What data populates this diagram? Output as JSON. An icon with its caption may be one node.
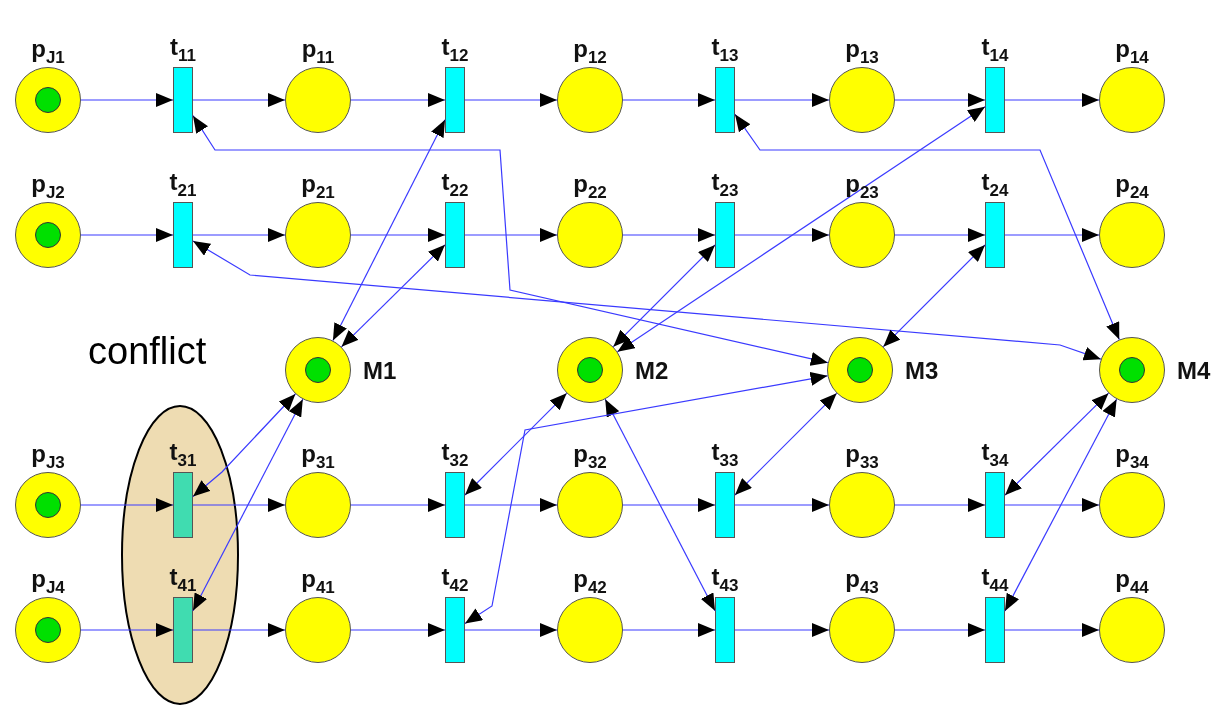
{
  "diagram": {
    "nodes": [
      {
        "text": [
          "p$_{J1}$"
        ]
      },
      {
        "text": [
          "t$_{11}$"
        ]
      },
      {
        "text": [
          "p$_{11}$"
        ]
      },
      {
        "text": [
          "t$_{12}$"
        ]
      },
      {
        "text": [
          "p$_{12}$"
        ]
      },
      {
        "text": [
          "t$_{13}$"
        ]
      },
      {
        "text": [
          "p$_{13}$"
        ]
      },
      {
        "text": [
          "t$_{14}$"
        ]
      },
      {
        "text": [
          "p$_{14}$"
        ]
      },
      {
        "text": [
          "p$_{J2}$"
        ]
      },
      {
        "text": [
          "t$_{21}$"
        ]
      },
      {
        "text": [
          "p$_{21}$"
        ]
      },
      {
        "text": [
          "t$_{22}$"
        ]
      },
      {
        "text": [
          "p$_{22}$"
        ]
      },
      {
        "text": [
          "t$_{23}$"
        ]
      },
      {
        "text": [
          "p$_{23}$"
        ]
      },
      {
        "text": [
          "t$_{24}$"
        ]
      },
      {
        "text": [
          "p$_{24}$"
        ]
      },
      {
        "text": [
          "conflict"
        ]
      },
      {
        "text": [
          "M1"
        ]
      },
      {
        "text": [
          "M2"
        ]
      },
      {
        "text": [
          "M3"
        ]
      },
      {
        "text": [
          "M4"
        ]
      },
      {
        "text": [
          "p$_{J3}$"
        ]
      },
      {
        "text": [
          "t$_{31}$"
        ],
        "in": 18
      },
      {
        "text": [
          "p$_{31}$"
        ]
      },
      {
        "text": [
          "t$_{32}$"
        ]
      },
      {
        "text": [
          "p$_{32}$"
        ]
      },
      {
        "text": [
          "t$_{33}$"
        ]
      },
      {
        "text": [
          "p$_{33}$"
        ]
      },
      {
        "text": [
          "t$_{34}$"
        ]
      },
      {
        "text": [
          "p$_{34}$"
        ]
      },
      {
        "text": [
          "p$_{J4}$"
        ]
      },
      {
        "text": [
          "t$_{41}$"
        ],
        "in": 18
      },
      {
        "text": [
          "p$_{41}$"
        ]
      },
      {
        "text": [
          "t$_{42}$"
        ]
      },
      {
        "text": [
          "p$_{42}$"
        ]
      },
      {
        "text": [
          "t$_{43}$"
        ]
      },
      {
        "text": [
          "p$_{43}$"
        ]
      },
      {
        "text": [
          "t$_{44}$"
        ]
      },
      {
        "text": [
          "p$_{44}$"
        ]
      }
    ],
    "edges": [
      {
        "from": 0,
        "to": 1,
        "arrow": "to"
      },
      {
        "from": 1,
        "to": 2,
        "arrow": "to"
      },
      {
        "from": 2,
        "to": 3,
        "arrow": "to"
      },
      {
        "from": 3,
        "to": 4,
        "arrow": "to"
      },
      {
        "from": 4,
        "to": 5,
        "arrow": "to"
      },
      {
        "from": 5,
        "to": 6,
        "arrow": "to"
      },
      {
        "from": 6,
        "to": 7,
        "arrow": "to"
      },
      {
        "from": 7,
        "to": 8,
        "arrow": "to"
      },
      {
        "from": 9,
        "to": 10,
        "arrow": "to"
      },
      {
        "from": 10,
        "to": 11,
        "arrow": "to"
      },
      {
        "from": 11,
        "to": 12,
        "arrow": "to"
      },
      {
        "from": 12,
        "to": 13,
        "arrow": "to"
      },
      {
        "from": 13,
        "to": 14,
        "arrow": "to"
      },
      {
        "from": 14,
        "to": 15,
        "arrow": "to"
      },
      {
        "from": 15,
        "to": 16,
        "arrow": "to"
      },
      {
        "from": 16,
        "to": 17,
        "arrow": "to"
      },
      {
        "from": 23,
        "to": 24,
        "arrow": "to"
      },
      {
        "from": 24,
        "to": 25,
        "arrow": "to"
      },
      {
        "from": 25,
        "to": 26,
        "arrow": "to"
      },
      {
        "from": 26,
        "to": 27,
        "arrow": "to"
      },
      {
        "from": 27,
        "to": 28,
        "arrow": "to"
      },
      {
        "from": 28,
        "to": 29,
        "arrow": "to"
      },
      {
        "from": 29,
        "to": 30,
        "arrow": "to"
      },
      {
        "from": 30,
        "to": 31,
        "arrow": "to"
      },
      {
        "from": 32,
        "to": 33,
        "arrow": "to"
      },
      {
        "from": 33,
        "to": 34,
        "arrow": "to"
      },
      {
        "from": 34,
        "to": 35,
        "arrow": "to"
      },
      {
        "from": 35,
        "to": 36,
        "arrow": "to"
      },
      {
        "from": 36,
        "to": 37,
        "arrow": "to"
      },
      {
        "from": 37,
        "to": 38,
        "arrow": "to"
      },
      {
        "from": 38,
        "to": 39,
        "arrow": "to"
      },
      {
        "from": 39,
        "to": 40,
        "arrow": "to"
      },
      {
        "from": 1,
        "to": 21,
        "arrow": "both"
      },
      {
        "from": 3,
        "to": 19,
        "arrow": "both"
      },
      {
        "from": 5,
        "to": 22,
        "arrow": "both"
      },
      {
        "from": 7,
        "to": 20,
        "arrow": "both"
      },
      {
        "from": 10,
        "to": 22,
        "arrow": "both"
      },
      {
        "from": 12,
        "to": 19,
        "arrow": "both"
      },
      {
        "from": 14,
        "to": 20,
        "arrow": "both"
      },
      {
        "from": 16,
        "to": 21,
        "arrow": "both"
      },
      {
        "from": 24,
        "to": 19,
        "arrow": "both"
      },
      {
        "from": 33,
        "to": 19,
        "arrow": "both"
      },
      {
        "from": 26,
        "to": 20,
        "arrow": "both"
      },
      {
        "from": 37,
        "to": 20,
        "arrow": "both"
      },
      {
        "from": 28,
        "to": 21,
        "arrow": "both"
      },
      {
        "from": 35,
        "to": 21,
        "arrow": "both"
      },
      {
        "from": 30,
        "to": 22,
        "arrow": "both"
      },
      {
        "from": 39,
        "to": 22,
        "arrow": "both"
      }
    ]
  }
}
